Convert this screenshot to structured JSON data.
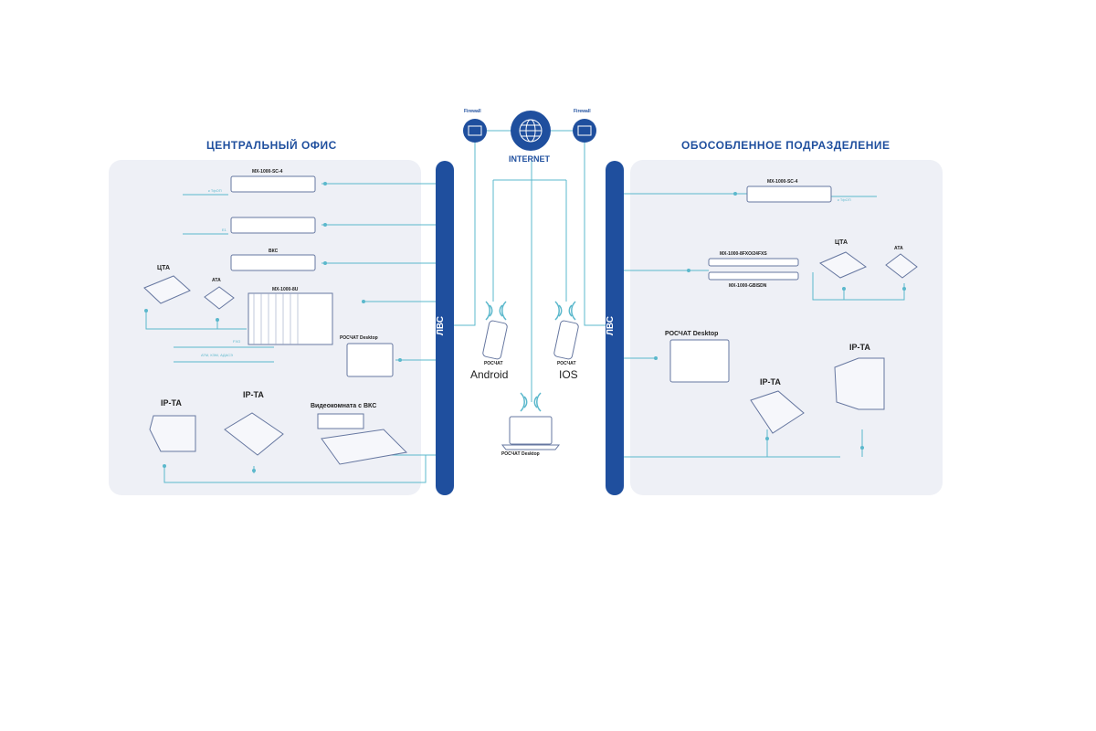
{
  "central_office": {
    "title": "ЦЕНТРАЛЬНЫЙ ОФИС",
    "devices": {
      "gateway_top": "MX-1000-SC-4",
      "vks": "ВКС",
      "pbx": "MX-1000-8U",
      "cta": "ЦТА",
      "ata": "АТА",
      "desktop": "РОСЧАТ Desktop",
      "ip_phone_1": "IP-ТА",
      "ip_phone_2": "IP-ТА",
      "video_room": "Видеокомната с ВКС"
    },
    "link_labels": {
      "pstn": "к ТфОП",
      "e1": "E1",
      "fxo": "FXO",
      "services": "АТМ, КЭМ, АДАСЭ"
    }
  },
  "lan_label": "ЛВС",
  "internet": {
    "label": "INTERNET",
    "firewall_left": "Firewall",
    "firewall_right": "Firewall",
    "android_app": "РОСЧАТ",
    "android_os": "Android",
    "ios_app": "РОСЧАТ",
    "ios_os": "IOS",
    "laptop": "РОСЧАТ Desktop"
  },
  "branch_office": {
    "title": "ОБОСОБЛЕННОЕ ПОДРАЗДЕЛЕНИЕ",
    "devices": {
      "gateway_top": "MX-1000-SC-4",
      "gateway_fxs": "MX-1000-8FXO/24FXS",
      "gateway_isdn": "MX-1000-GBISDN",
      "cta": "ЦТА",
      "ata": "АТА",
      "desktop": "РОСЧАТ Desktop",
      "ip_phone_1": "IP-ТА",
      "ip_phone_2": "IP-ТА"
    },
    "link_labels": {
      "pstn": "к ТфОП"
    }
  },
  "colors": {
    "brand": "#1f4f9e",
    "link": "#5bb8cc",
    "panel": "#eef0f6"
  }
}
